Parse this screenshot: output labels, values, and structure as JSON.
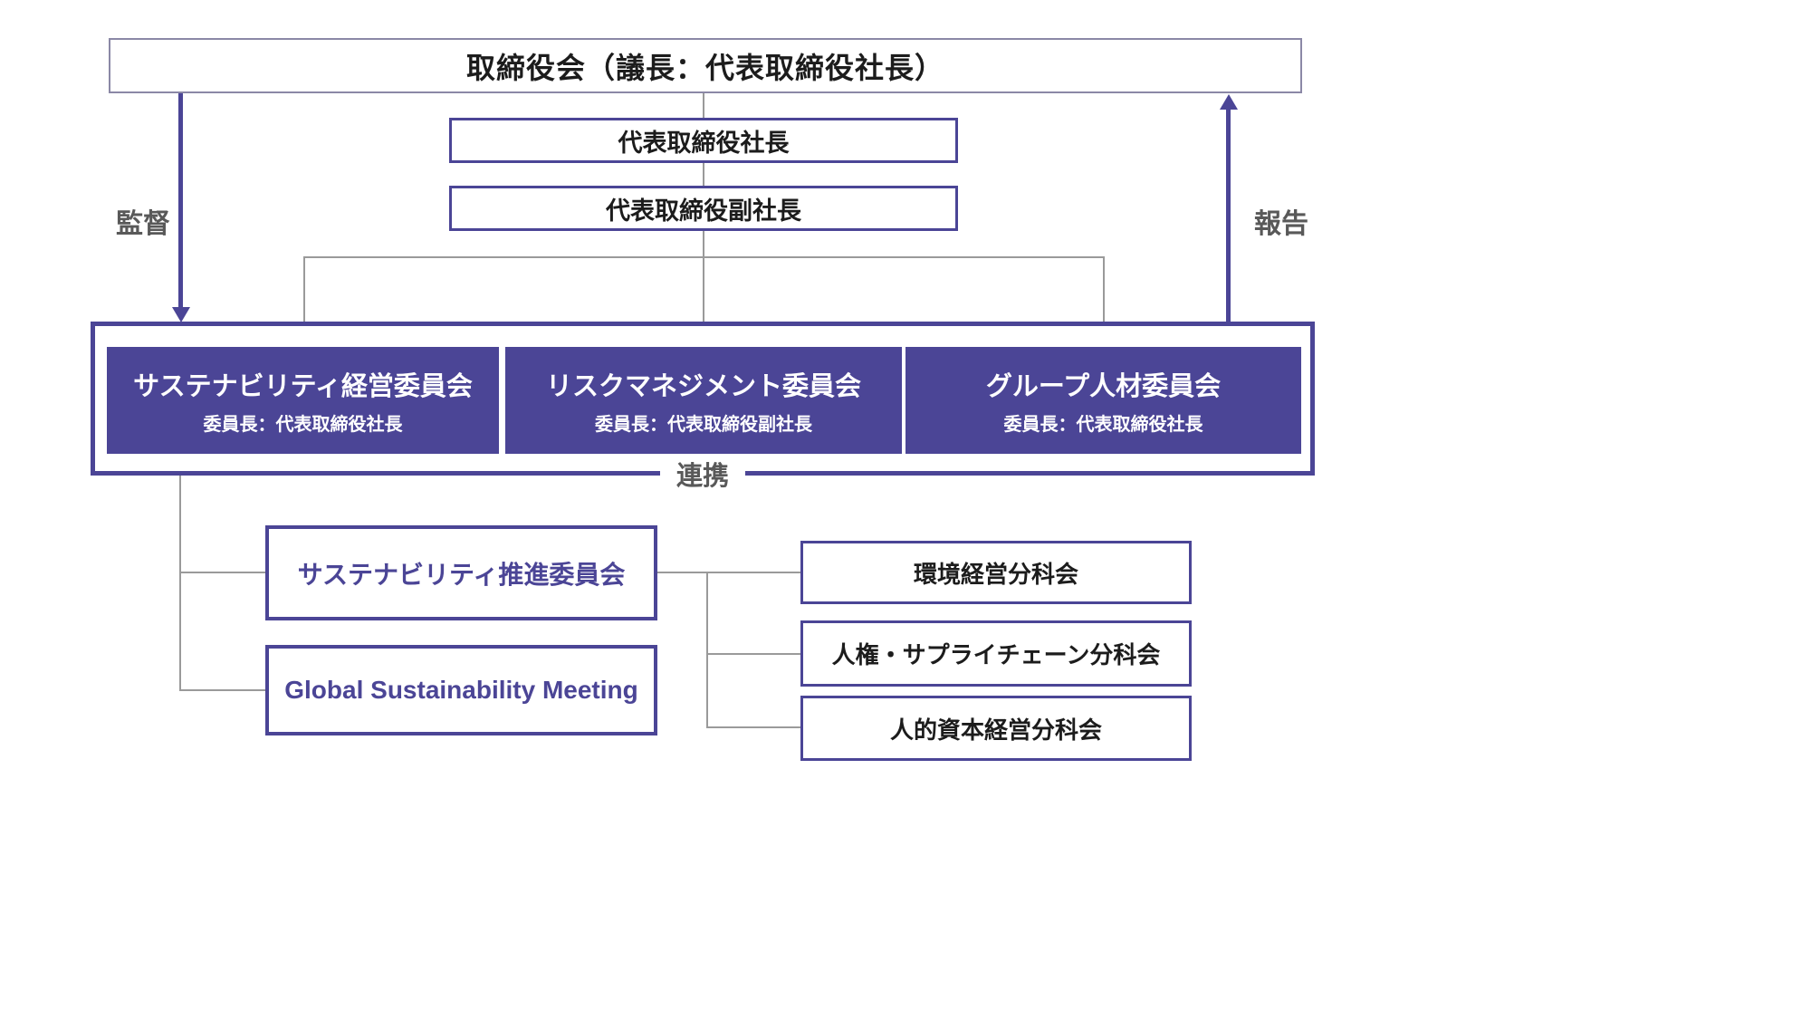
{
  "colors": {
    "purple": "#4b4596",
    "line": "#9a9a9a",
    "label_gray": "#595959"
  },
  "nodes": {
    "board": {
      "label": "取締役会（議長：代表取締役社長）"
    },
    "president": {
      "label": "代表取締役社長"
    },
    "vice_president": {
      "label": "代表取締役副社長"
    },
    "committees": [
      {
        "title": "サステナビリティ経営委員会",
        "chair": "委員長：代表取締役社長"
      },
      {
        "title": "リスクマネジメント委員会",
        "chair": "委員長：代表取締役副社長"
      },
      {
        "title": "グループ人材委員会",
        "chair": "委員長：代表取締役社長"
      }
    ],
    "promotion_committee": {
      "label": "サステナビリティ推進委員会"
    },
    "global_meeting": {
      "label": "Global Sustainability Meeting"
    },
    "subcommittees": [
      {
        "label": "環境経営分科会"
      },
      {
        "label": "人権・サプライチェーン分科会"
      },
      {
        "label": "人的資本経営分科会"
      }
    ]
  },
  "annotations": {
    "supervision": "監督",
    "report": "報告",
    "collaboration": "連携"
  }
}
